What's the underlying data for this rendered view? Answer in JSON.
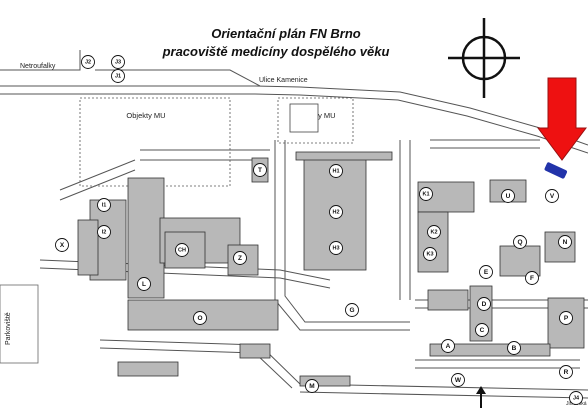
{
  "title": {
    "line1": "Orientační plán FN Brno",
    "line2": "pracoviště medicíny dospělého věku"
  },
  "roads": {
    "netroufalky": "Netroufalky",
    "kamenice": "Ulice Kamenice",
    "parkoviste": "Parkoviště",
    "jihlavska": "Jihlavská"
  },
  "areas": {
    "mu_left": "Objekty MU",
    "mu_center": "Objekty MU"
  },
  "buildings": [
    {
      "id": "j2",
      "label": "J2"
    },
    {
      "id": "j3",
      "label": "J3"
    },
    {
      "id": "j1",
      "label": "J1"
    },
    {
      "id": "t",
      "label": "T"
    },
    {
      "id": "h1",
      "label": "H1"
    },
    {
      "id": "h2",
      "label": "H2"
    },
    {
      "id": "h3",
      "label": "H3"
    },
    {
      "id": "k1",
      "label": "K1"
    },
    {
      "id": "k2",
      "label": "K2"
    },
    {
      "id": "k3",
      "label": "K3"
    },
    {
      "id": "u",
      "label": "U"
    },
    {
      "id": "v",
      "label": "V"
    },
    {
      "id": "i1",
      "label": "I1"
    },
    {
      "id": "i2",
      "label": "I2"
    },
    {
      "id": "x",
      "label": "X"
    },
    {
      "id": "ch",
      "label": "CH"
    },
    {
      "id": "z",
      "label": "Z"
    },
    {
      "id": "l",
      "label": "L"
    },
    {
      "id": "o",
      "label": "O"
    },
    {
      "id": "g",
      "label": "G"
    },
    {
      "id": "q",
      "label": "Q"
    },
    {
      "id": "n",
      "label": "N"
    },
    {
      "id": "f",
      "label": "F"
    },
    {
      "id": "e",
      "label": "E"
    },
    {
      "id": "d",
      "label": "D"
    },
    {
      "id": "c",
      "label": "C"
    },
    {
      "id": "a",
      "label": "A"
    },
    {
      "id": "b",
      "label": "B"
    },
    {
      "id": "p",
      "label": "P"
    },
    {
      "id": "r",
      "label": "R"
    },
    {
      "id": "m",
      "label": "M"
    },
    {
      "id": "w",
      "label": "W"
    },
    {
      "id": "j4",
      "label": "J4"
    }
  ],
  "colors": {
    "building": "#b8b8b8",
    "building_stroke": "#333333",
    "road": "#555555",
    "arrow": "#ee1111",
    "car": "#2233aa"
  },
  "icons": {
    "compass": "compass-rose-icon",
    "arrow": "pointer-arrow-icon",
    "car": "parked-car-icon"
  }
}
